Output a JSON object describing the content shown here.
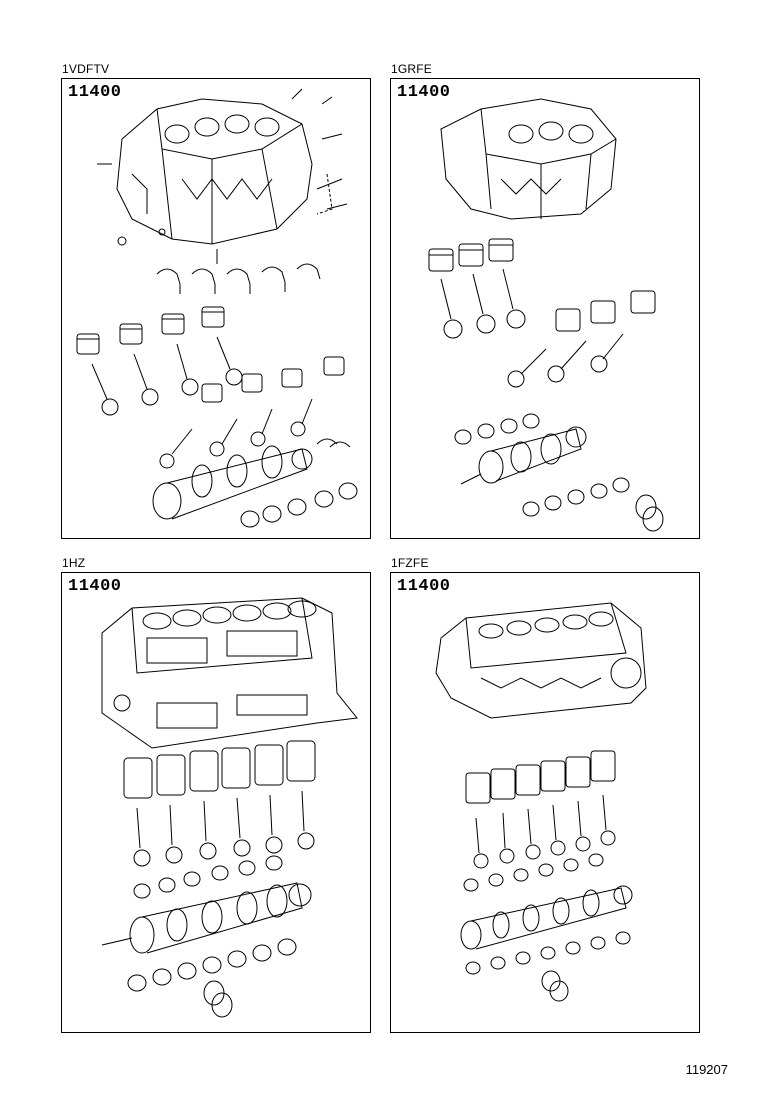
{
  "figure_number": "119207",
  "panels": [
    {
      "engine": "1VDFTV",
      "part_code": "11400"
    },
    {
      "engine": "1GRFE",
      "part_code": "11400"
    },
    {
      "engine": "1HZ",
      "part_code": "11400"
    },
    {
      "engine": "1FZFE",
      "part_code": "11400"
    }
  ]
}
